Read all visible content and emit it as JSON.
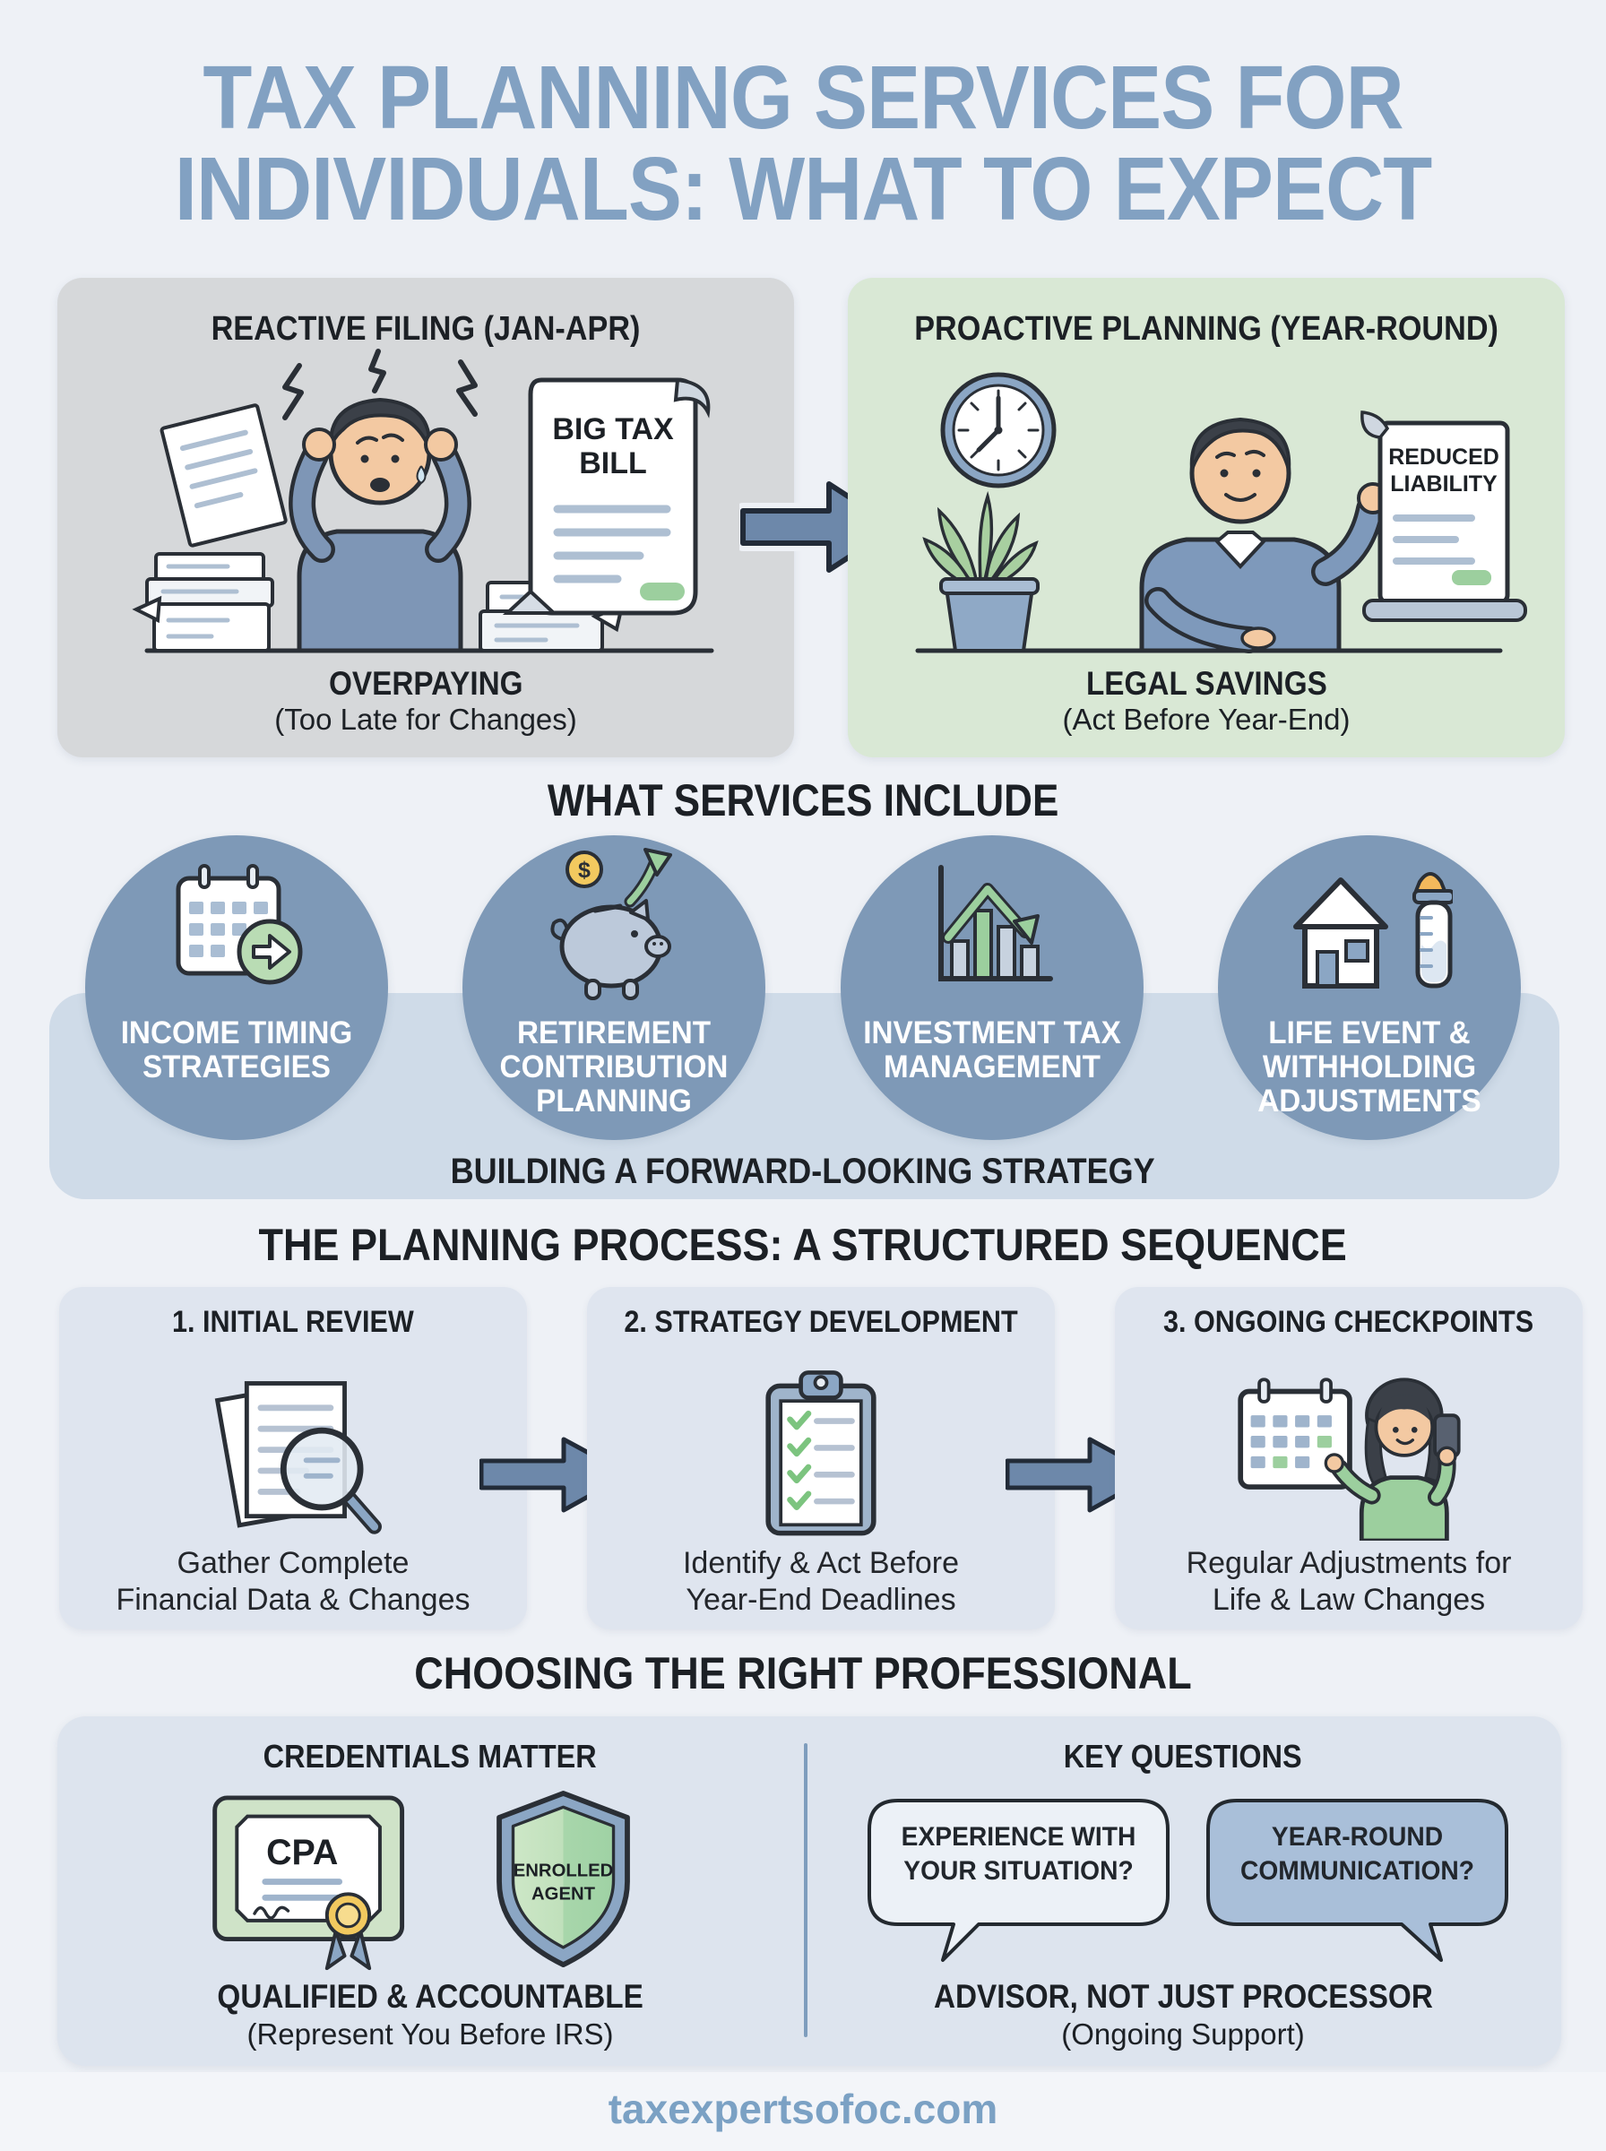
{
  "title": {
    "line1": "TAX PLANNING SERVICES FOR",
    "line2": "INDIVIDUALS: WHAT TO EXPECT"
  },
  "comparison": {
    "reactive": {
      "heading": "REACTIVE FILING (JAN-APR)",
      "document_line1": "BIG TAX",
      "document_line2": "BILL",
      "caption": "OVERPAYING",
      "subcaption": "(Too Late for Changes)"
    },
    "proactive": {
      "heading": "PROACTIVE PLANNING (YEAR-ROUND)",
      "document_line1": "REDUCED",
      "document_line2": "LIABILITY",
      "caption": "LEGAL SAVINGS",
      "subcaption": "(Act Before Year-End)"
    }
  },
  "services": {
    "heading": "WHAT SERVICES INCLUDE",
    "items": [
      {
        "label": "INCOME TIMING\nSTRATEGIES",
        "icon": "calendar-forward-icon"
      },
      {
        "label": "RETIREMENT\nCONTRIBUTION\nPLANNING",
        "icon": "piggy-bank-growth-icon"
      },
      {
        "label": "INVESTMENT TAX\nMANAGEMENT",
        "icon": "bar-chart-trend-icon"
      },
      {
        "label": "LIFE EVENT &\nWITHHOLDING\nADJUSTMENTS",
        "icon": "house-baby-bottle-icon"
      }
    ],
    "caption": "BUILDING A FORWARD-LOOKING STRATEGY"
  },
  "process": {
    "heading": "THE PLANNING PROCESS: A STRUCTURED SEQUENCE",
    "steps": [
      {
        "title": "1. INITIAL REVIEW",
        "caption": "Gather Complete\nFinancial Data & Changes",
        "icon": "documents-magnifier-icon"
      },
      {
        "title": "2. STRATEGY DEVELOPMENT",
        "caption": "Identify & Act Before\nYear-End Deadlines",
        "icon": "checklist-clipboard-icon"
      },
      {
        "title": "3. ONGOING CHECKPOINTS",
        "caption": "Regular Adjustments for\nLife & Law Changes",
        "icon": "calendar-person-phone-icon"
      }
    ]
  },
  "professional": {
    "heading": "CHOOSING THE RIGHT PROFESSIONAL",
    "credentials": {
      "heading": "CREDENTIALS MATTER",
      "certificate_label": "CPA",
      "shield_line1": "ENROLLED",
      "shield_line2": "AGENT",
      "caption": "QUALIFIED & ACCOUNTABLE",
      "subcaption": "(Represent You Before IRS)"
    },
    "questions": {
      "heading": "KEY QUESTIONS",
      "bubble_left": "EXPERIENCE WITH\nYOUR SITUATION?",
      "bubble_right": "YEAR-ROUND\nCOMMUNICATION?",
      "caption": "ADVISOR, NOT JUST PROCESSOR",
      "subcaption": "(Ongoing Support)"
    }
  },
  "footer": {
    "website": "taxexpertsofoc.com"
  },
  "colors": {
    "title_blue": "#82a1c2",
    "steel_blue": "#7e99b7",
    "panel_gray": "#d6d8da",
    "panel_green": "#d9e8d5",
    "band_blue": "#cfdbe8",
    "card_blue": "#dfe5ef",
    "bottom_panel_blue": "#dde4ee",
    "arrow_blue": "#6d88aa",
    "green_accent": "#9ccf9e",
    "footer_blue": "#7ba1c4"
  }
}
